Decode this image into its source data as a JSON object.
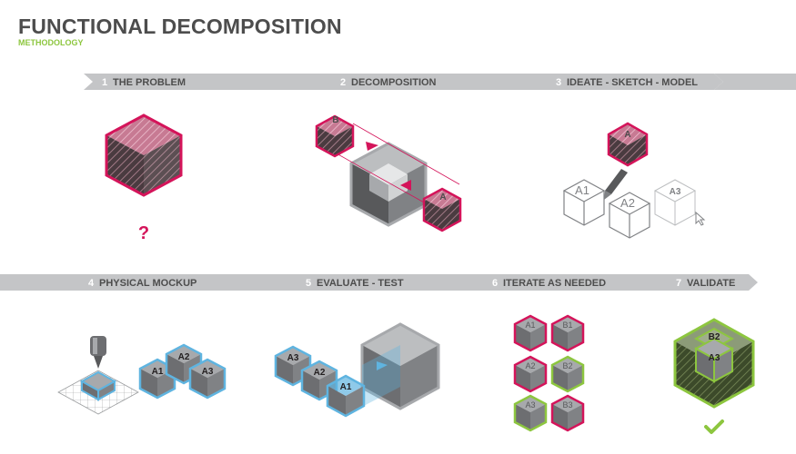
{
  "header": {
    "title": "FUNCTIONAL DECOMPOSITION",
    "subtitle": "METHODOLOGY"
  },
  "steps": [
    {
      "number": "1",
      "label": "THE PROBLEM"
    },
    {
      "number": "2",
      "label": "DECOMPOSITION"
    },
    {
      "number": "3",
      "label": "IDEATE - SKETCH - MODEL"
    },
    {
      "number": "4",
      "label": "PHYSICAL MOCKUP"
    },
    {
      "number": "5",
      "label": "EVALUATE - TEST"
    },
    {
      "number": "6",
      "label": "ITERATE AS NEEDED"
    },
    {
      "number": "7",
      "label": "VALIDATE"
    }
  ],
  "problem": {
    "question_mark": "?"
  },
  "decomposition": {
    "part_b": "B",
    "part_a": "A"
  },
  "ideate": {
    "model": "A",
    "sketches": [
      "A1",
      "A2",
      "A3"
    ]
  },
  "mockup": {
    "blocks": [
      "A1",
      "A2",
      "A3"
    ]
  },
  "evaluate": {
    "blocks": [
      "A3",
      "A2",
      "A1"
    ]
  },
  "iterate": {
    "grid": [
      "A1",
      "B1",
      "A2",
      "B2",
      "A3",
      "B3"
    ]
  },
  "validate": {
    "top": "B2",
    "inner": "A3"
  },
  "colors": {
    "banner": "#c4c5c7",
    "title": "#4d4d4d",
    "accent_green": "#8dc63f",
    "crimson": "#d4145a",
    "blue": "#5fb4e0",
    "cube_dark": "#58595b",
    "cube_mid": "#808285",
    "cube_light": "#bcbec0"
  }
}
